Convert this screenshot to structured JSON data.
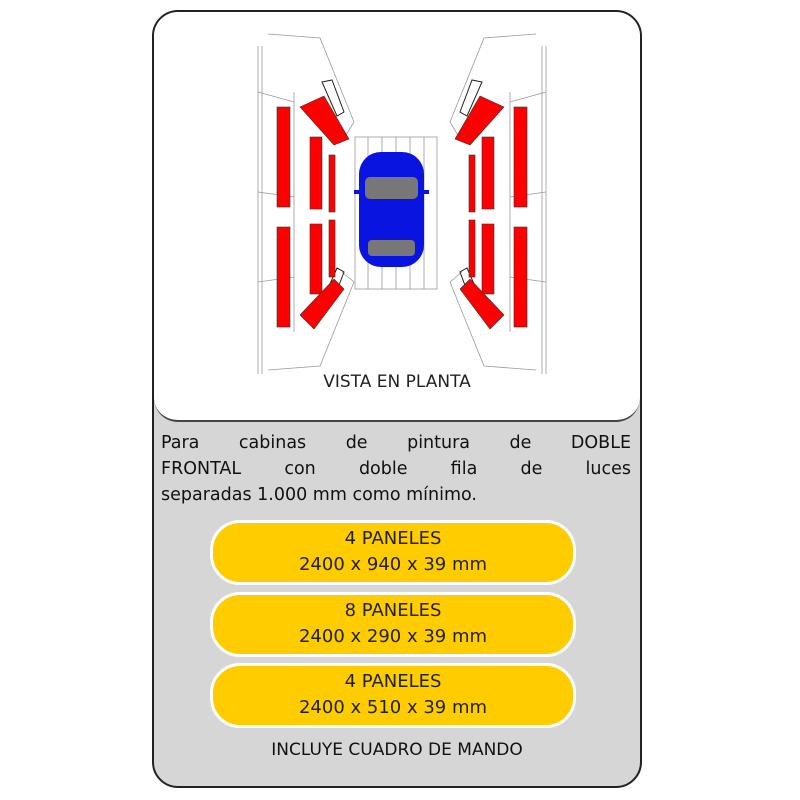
{
  "diagram": {
    "caption": "VISTA EN PLANTA",
    "panel_color": "#ff0000",
    "car_color": "#0a14e0"
  },
  "description": [
    "Para cabinas de pintura de DOBLE",
    "FRONTAL con doble fila de luces",
    "separadas 1.000 mm como mínimo."
  ],
  "options": [
    {
      "title": "4 PANELES",
      "size": "2400 x 940 x 39 mm"
    },
    {
      "title": "8 PANELES",
      "size": "2400 x 290 x 39 mm"
    },
    {
      "title": "4 PANELES",
      "size": "2400 x 510 x 39 mm"
    }
  ],
  "footer": "INCLUYE CUADRO DE MANDO",
  "colors": {
    "pill": "#ffcc00",
    "background": "#d6d6d6"
  }
}
